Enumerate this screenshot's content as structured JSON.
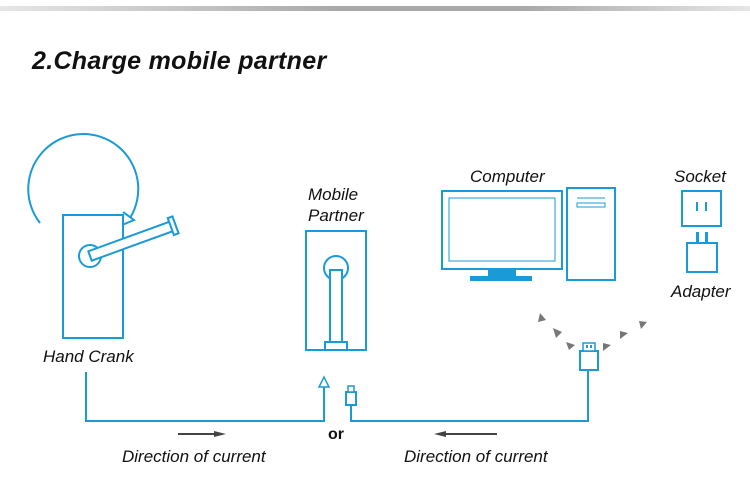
{
  "title": "2.Charge mobile partner",
  "labels": {
    "hand_crank": "Hand Crank",
    "mobile_partner_line1": "Mobile",
    "mobile_partner_line2": "Partner",
    "computer": "Computer",
    "socket": "Socket",
    "adapter": "Adapter",
    "or": "or",
    "direction_left": "Direction of current",
    "direction_right": "Direction of current"
  },
  "colors": {
    "accent": "#1a9bd7",
    "arrow": "#444444",
    "text": "#111111",
    "divider": "#a9a9a9"
  },
  "icons": [
    "hand-crank-icon",
    "crank-rotation-arrow-icon",
    "mobile-partner-icon",
    "computer-monitor-icon",
    "computer-tower-icon",
    "wall-socket-icon",
    "power-adapter-icon",
    "usb-plug-icon",
    "micro-usb-plug-icon"
  ]
}
